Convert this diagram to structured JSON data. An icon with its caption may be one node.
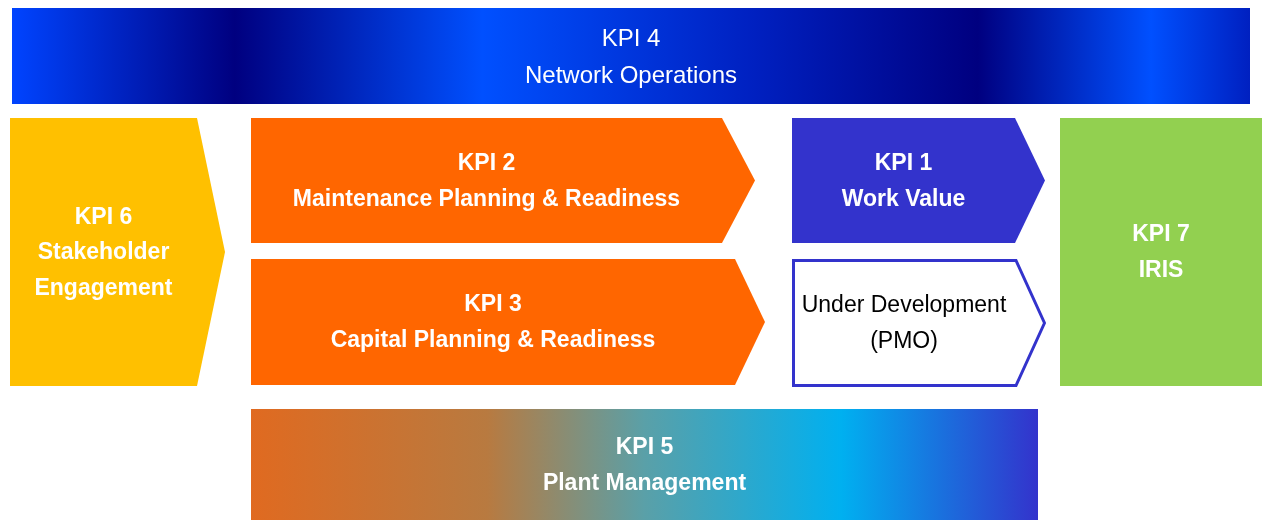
{
  "diagram": {
    "nodes": [
      {
        "text": [
          "KPI 4",
          "Network Operations"
        ]
      },
      {
        "text": [
          "KPI 6",
          "Stakeholder Engagement"
        ]
      },
      {
        "text": [
          "KPI 2",
          "Maintenance Planning & Readiness"
        ]
      },
      {
        "text": [
          "KPI 1",
          "Work Value"
        ]
      },
      {
        "text": [
          "KPI 7",
          "IRIS"
        ]
      },
      {
        "text": [
          "KPI 3",
          "Capital Planning & Readiness"
        ]
      },
      {
        "text": [
          "Under Development (PMO)"
        ]
      },
      {
        "text": [
          "KPI 5",
          "Plant Management"
        ]
      }
    ]
  }
}
